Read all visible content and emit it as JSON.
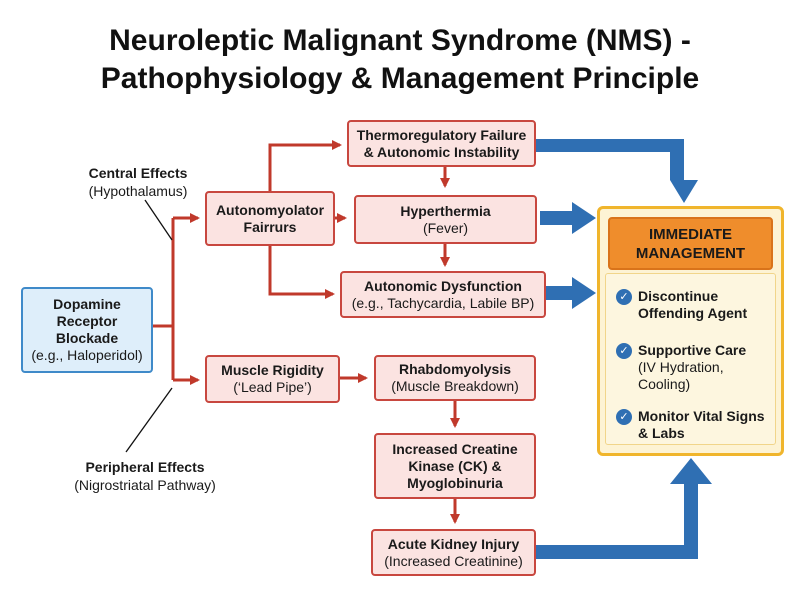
{
  "title": {
    "line1": "Neuroleptic Malignant Syndrome (NMS) -",
    "line2": "Pathophysiology & Management Principle"
  },
  "source_box": {
    "bold": "Dopamine Receptor Blockade",
    "normal": "(e.g., Haloperidol)"
  },
  "central_label": {
    "bold": "Central Effects",
    "normal": "(Hypothalamus)"
  },
  "peripheral_label": {
    "bold": "Peripheral Effects",
    "normal": "(Nigrostriatal Pathway)"
  },
  "autonomic_box": {
    "bold": "Autonomyolator Fairrurs"
  },
  "thermo_box": {
    "bold": "Thermoregulatory Failure & Autonomic Instability"
  },
  "hyperthermia_box": {
    "bold": "Hyperthermia",
    "normal": "(Fever)"
  },
  "dysfunction_box": {
    "bold": "Autonomic Dysfunction",
    "normal": "(e.g., Tachycardia, Labile BP)"
  },
  "rigidity_box": {
    "bold": "Muscle Rigidity",
    "normal": "(‘Lead Pipe’)"
  },
  "rhabdo_box": {
    "bold": "Rhabdomyolysis",
    "normal": "(Muscle Breakdown)"
  },
  "ck_box": {
    "bold": "Increased Creatine Kinase (CK) & Myoglobinuria"
  },
  "aki_box": {
    "bold": "Acute Kidney Injury",
    "normal": "(Increased Creatinine)"
  },
  "management": {
    "header": "IMMEDIATE MANAGEMENT",
    "items": [
      {
        "bold": "Discontinue Offending Agent",
        "normal": ""
      },
      {
        "bold": "Supportive Care",
        "normal": "(IV Hydration, Cooling)"
      },
      {
        "bold": "Monitor Vital Signs & Labs",
        "normal": ""
      }
    ]
  },
  "colors": {
    "red_arrow": "#c0392b",
    "blue_arrow": "#2f6fb3",
    "red_box_fill": "#fbe3e1",
    "blue_box_fill": "#deeefa",
    "mgmt_header": "#ef8d2c",
    "mgmt_border": "#f0b52c"
  },
  "icons": {
    "check": "check-circle-icon"
  }
}
